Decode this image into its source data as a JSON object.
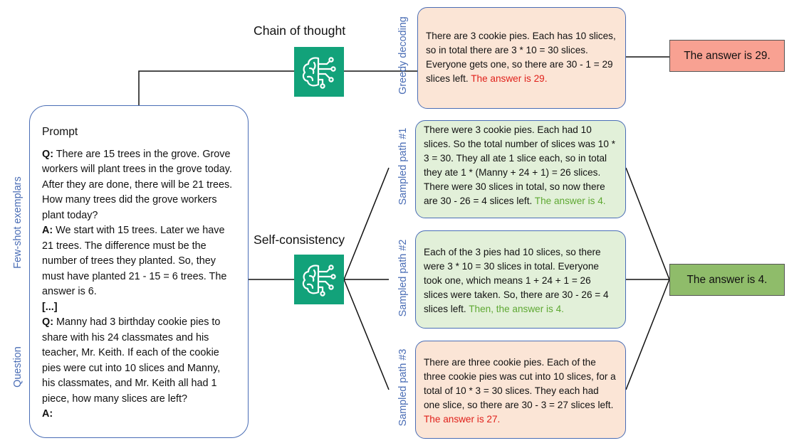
{
  "methods": {
    "cot": "Chain of thought",
    "sc": "Self-consistency"
  },
  "prompt": {
    "title": "Prompt",
    "q1_label": "Q:",
    "q1_text": " There are 15 trees in the grove. Grove workers will plant trees in the grove today. After they are done, there will be 21 trees. How many trees did the grove workers plant today?",
    "a1_label": "A:",
    "a1_text": " We start with 15 trees. Later we have 21 trees. The difference must be the number of trees they planted. So, they must have planted 21 - 15 = 6 trees. The answer is 6.",
    "ellipsis": "[...]",
    "q2_label": "Q:",
    "q2_text": " Manny had 3 birthday cookie pies to share with his 24 classmates and his teacher, Mr. Keith. If each of the cookie pies were cut into 10 slices and Manny, his classmates, and Mr. Keith all had 1 piece, how many slices are left?",
    "a2_label": "A:"
  },
  "side_labels": {
    "exemplars": "Few-shot exemplars",
    "question": "Question"
  },
  "paths": {
    "greedy": {
      "label": "Greedy decoding",
      "text": "There are 3 cookie pies. Each has 10 slices, so in total there are 3 * 10 = 30 slices. Everyone gets one, so there are 30 - 1 = 29 slices left. ",
      "answer": "The answer is 29."
    },
    "p1": {
      "label": "Sampled path #1",
      "text": "There were 3 cookie pies. Each had 10 slices. So the total number of slices was 10 * 3 = 30. They all ate 1 slice each, so in total they ate 1 * (Manny + 24 + 1) = 26 slices. There were 30 slices in total, so now there are 30 - 26 = 4 slices left. ",
      "answer": "The answer is 4."
    },
    "p2": {
      "label": "Sampled path #2",
      "text": "Each of the 3 pies had 10 slices, so there were 3 * 10 = 30 slices in total. Everyone took one, which means 1 + 24 + 1 = 26 slices were taken. So, there are 30 - 26 = 4 slices left. ",
      "answer": "Then, the answer is 4."
    },
    "p3": {
      "label": "Sampled path #3",
      "text": "There are three cookie pies. Each of the three cookie pies was cut into 10 slices, for a total of 10 * 3 = 30 slices. They each had one slice, so there are 30 - 3 = 27 slices left. ",
      "answer": "The answer is 27."
    }
  },
  "final_answers": {
    "cot": "The answer is 29.",
    "sc": "The answer is 4."
  },
  "colors": {
    "border_blue": "#4a6db5",
    "orange_fill": "#fbe5d6",
    "green_fill": "#e2f0d9",
    "model_green": "#12a27a",
    "answer_red_fill": "#f8a192",
    "answer_green_fill": "#8fbc6a",
    "text_red": "#e0201a",
    "text_green": "#5ea832"
  }
}
